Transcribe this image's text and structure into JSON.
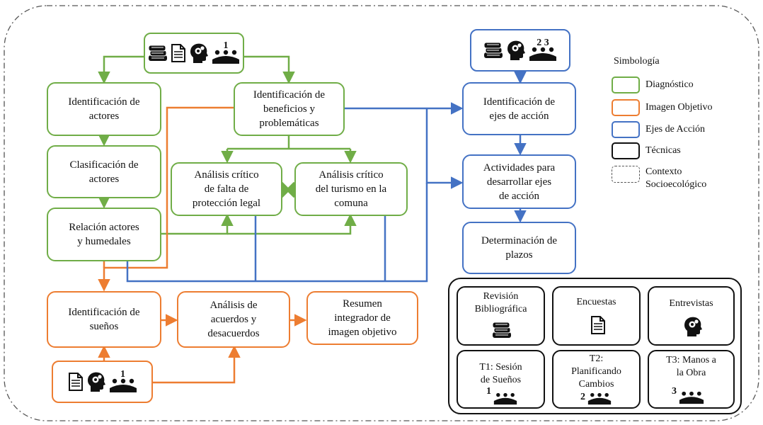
{
  "legend": {
    "title": "Simbología",
    "items": [
      {
        "label": "Diagnóstico",
        "color": "#70ad47"
      },
      {
        "label": "Imagen  Objetivo",
        "color": "#ed7d31"
      },
      {
        "label": "Ejes de Acción",
        "color": "#4472c4"
      },
      {
        "label": "Técnicas",
        "color": "#111111"
      },
      {
        "label": "Contexto\nSocioecológico",
        "color": "#555555"
      }
    ]
  },
  "colors": {
    "diagnostico": "#70ad47",
    "imagen_objetivo": "#ed7d31",
    "ejes_accion": "#4472c4",
    "tecnicas": "#111111"
  },
  "nodes": {
    "identificacion_actores": "Identificación  de\nactores",
    "clasificacion_actores": "Clasificación  de\nactores",
    "relacion_actores": "Relación  actores\ny humedales",
    "identificacion_beneficios": "Identificación  de\nbeneficios  y\nproblemáticas",
    "analisis_proteccion": "Análisis  crítico\nde falta  de\nprotección legal",
    "analisis_turismo": "Análisis  crítico\ndel turismo  en la\ncomuna",
    "identificacion_suenos": "Identificación  de\nsueños",
    "analisis_acuerdos": "Análisis  de\nacuerdos  y\ndesacuerdos",
    "resumen_integrador": "Resumen\nintegrador  de\nimagen  objetivo",
    "identificacion_ejes": "Identificación  de\nejes  de acción",
    "actividades": "Actividades  para\ndesarrollar  ejes\nde  acción",
    "plazos": "Determinación  de\nplazos"
  },
  "icon_groups": {
    "diagnostico": {
      "icons": [
        "books-icon",
        "document-icon",
        "head-gears-icon",
        "group-icon"
      ],
      "numbers": "1"
    },
    "imagen_objetivo": {
      "icons": [
        "document-icon",
        "head-gears-icon",
        "group-icon"
      ],
      "numbers": "1"
    },
    "ejes_accion": {
      "icons": [
        "books-icon",
        "head-gears-icon",
        "group-icon"
      ],
      "numbers": "2 3"
    }
  },
  "techniques": [
    {
      "label": "Revisión\nBibliográfica",
      "icon": "books-icon",
      "number": ""
    },
    {
      "label": "Encuestas",
      "icon": "document-icon",
      "number": ""
    },
    {
      "label": "Entrevistas",
      "icon": "head-gears-icon",
      "number": ""
    },
    {
      "label": "T1: Sesión\nde Sueños",
      "icon": "group-icon",
      "number": "1"
    },
    {
      "label": "T2:\nPlanificando\nCambios",
      "icon": "group-icon",
      "number": "2"
    },
    {
      "label": "T3: Manos a\nla Obra",
      "icon": "group-icon",
      "number": "3"
    }
  ]
}
